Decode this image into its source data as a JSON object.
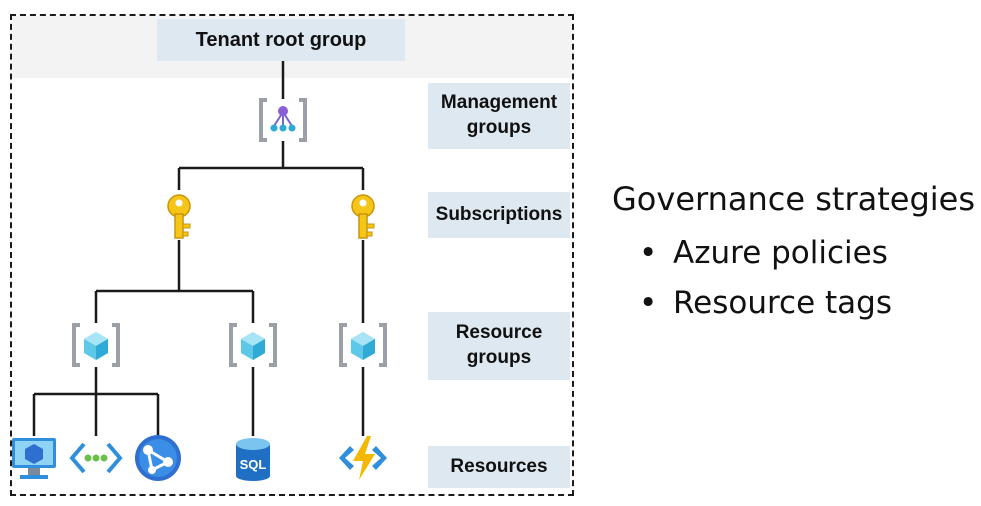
{
  "diagram": {
    "root": "Tenant root group",
    "levels": [
      {
        "id": "management",
        "label": "Management groups"
      },
      {
        "id": "subscriptions",
        "label": "Subscriptions"
      },
      {
        "id": "resource_groups",
        "label": "Resource groups"
      },
      {
        "id": "resources",
        "label": "Resources"
      }
    ],
    "icons": {
      "management_group": "management-group-icon",
      "subscription": "key-icon",
      "resource_group": "resource-group-icon",
      "resources": [
        "virtual-machine-icon",
        "virtual-network-icon",
        "cosmos-db-icon",
        "sql-database-icon",
        "function-app-icon"
      ]
    },
    "sql_icon_text": "SQL"
  },
  "side_panel": {
    "title": "Governance strategies",
    "items": [
      "Azure policies",
      "Resource tags"
    ]
  },
  "colors": {
    "label_bg": "#dde8f0",
    "line": "#1a1a1a",
    "key": "#f5c518",
    "azure_blue": "#2f8fdd",
    "cube": "#5ec8e8"
  }
}
